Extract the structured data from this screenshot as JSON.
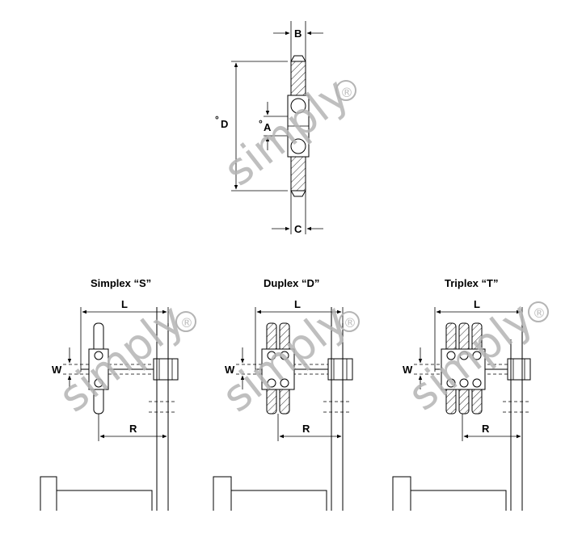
{
  "top": {
    "label_b": "B",
    "label_c": "C",
    "label_d": "D",
    "label_a": "A",
    "degree": "°"
  },
  "views": [
    {
      "title": "Simplex “S”",
      "label_l": "L",
      "label_r": "R",
      "label_w": "W"
    },
    {
      "title": "Duplex “D”",
      "label_l": "L",
      "label_r": "R",
      "label_w": "W"
    },
    {
      "title": "Triplex “T”",
      "label_l": "L",
      "label_r": "R",
      "label_w": "W"
    }
  ],
  "watermark": {
    "text": "simply",
    "registered": "®"
  }
}
